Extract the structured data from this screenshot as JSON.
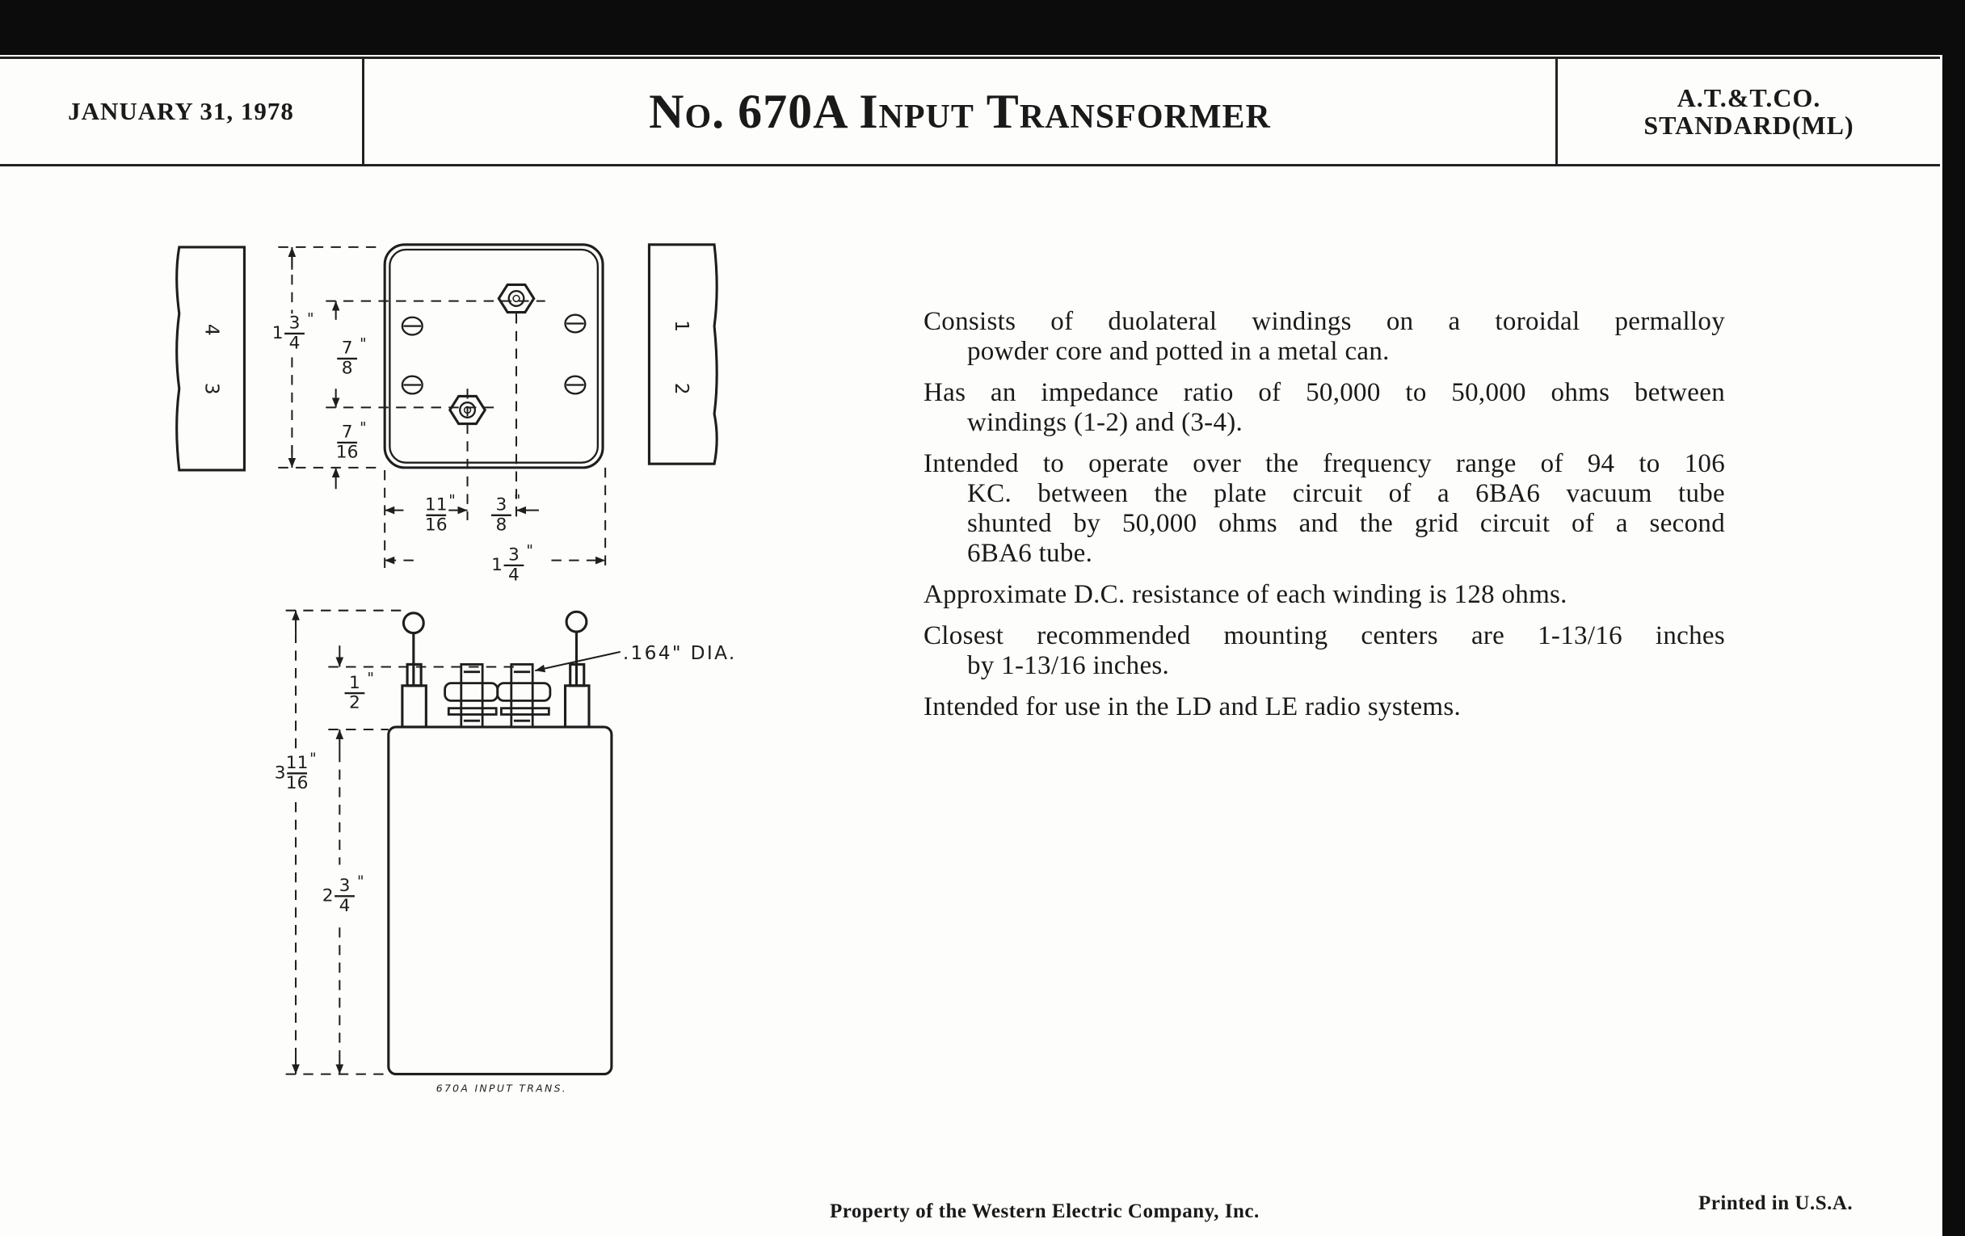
{
  "header": {
    "date": "JANUARY 31, 1978",
    "title": "No. 670A Input Transformer",
    "standard_line1": "A.T.&T.CO.",
    "standard_line2": "STANDARD(ML)"
  },
  "description": [
    {
      "lines": [
        "Consists of duolateral windings on a toroidal permalloy",
        "powder core and potted in a metal can."
      ]
    },
    {
      "lines": [
        "Has an impedance ratio of 50,000 to 50,000 ohms between",
        "windings (1-2) and (3-4)."
      ]
    },
    {
      "lines": [
        "Intended to operate over the frequency range of 94 to 106",
        "KC. between the plate circuit of a 6BA6 vacuum tube",
        "shunted by 50,000 ohms and the grid circuit of a second",
        "6BA6 tube."
      ]
    },
    {
      "lines": [
        "Approximate D.C. resistance of each winding is 128 ohms."
      ]
    },
    {
      "lines": [
        "Closest recommended mounting centers are 1-13/16 inches",
        "by 1-13/16 inches."
      ]
    },
    {
      "lines": [
        "Intended for use in the LD and LE radio systems."
      ]
    }
  ],
  "drawing": {
    "terminals": {
      "t1": "1",
      "t2": "2",
      "t3": "3",
      "t4": "4"
    },
    "dims": {
      "height_top": {
        "whole": "1",
        "num": "3",
        "den": "4"
      },
      "stud_spacing_v": {
        "num": "7",
        "den": "8"
      },
      "stud_offset_v": {
        "num": "7",
        "den": "16"
      },
      "stud_offset_h": {
        "num": "11",
        "den": "16"
      },
      "stud_spacing_h": {
        "num": "3",
        "den": "8"
      },
      "width": {
        "whole": "1",
        "num": "3",
        "den": "4"
      },
      "overall_height": {
        "whole": "3",
        "num": "11",
        "den": "16"
      },
      "stud_height": {
        "num": "1",
        "den": "2"
      },
      "can_height": {
        "whole": "2",
        "num": "3",
        "den": "4"
      }
    },
    "dia_label": ".164\" DIA.",
    "caption": "670A INPUT TRANS."
  },
  "footer": {
    "property": "Property of the Western Electric Company, Inc.",
    "printed": "Printed in U.S.A."
  }
}
